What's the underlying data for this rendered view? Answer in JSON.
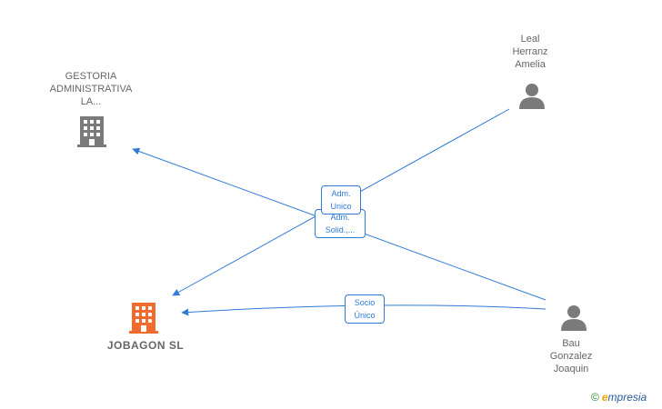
{
  "nodes": {
    "gestoria": {
      "label": "GESTORIA\nADMINISTRATIVA\nLA...",
      "icon": "building-icon",
      "color": "#7a7a7a"
    },
    "jobagon": {
      "label": "JOBAGON  SL",
      "icon": "building-icon",
      "color": "#f26b2e"
    },
    "leal": {
      "label": "Leal\nHerranz\nAmelia",
      "icon": "person-icon",
      "color": "#7a7a7a"
    },
    "bau": {
      "label": "Bau\nGonzalez\nJoaquin",
      "icon": "person-icon",
      "color": "#7a7a7a"
    }
  },
  "edges": {
    "adm_unico": {
      "line1": "Adm.",
      "line2": "Unico"
    },
    "adm_solid": {
      "line1": "Adm.",
      "line2": "Solid.,..."
    },
    "socio_unico": {
      "line1": "Socio",
      "line2": "Único"
    }
  },
  "colors": {
    "edge": "#2f7bd6"
  },
  "brand": {
    "copyright": "©",
    "initial": "e",
    "rest": "mpresia"
  }
}
